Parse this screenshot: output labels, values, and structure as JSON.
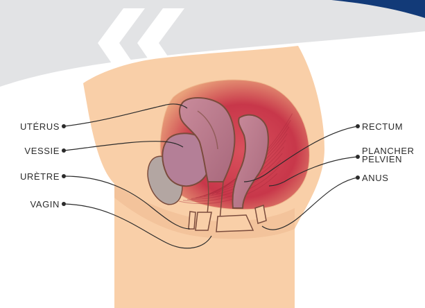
{
  "colors": {
    "background_band": "#e2e3e5",
    "brand_corner": "#123a78",
    "chevrons": "#ffffff",
    "skin": "#f9cfa8",
    "skin_shadow": "#efb98f",
    "pelvic_floor_muscle": "#c8374a",
    "organ_fill": "#c07e8f",
    "organ_outline": "#7a4b3c",
    "bladder_fill": "#b47f97",
    "gray_organ": "#b3a6a2",
    "leader_line": "#2b2b2b"
  },
  "labels": {
    "uterus": "UTÉRUS",
    "bladder": "VESSIE",
    "urethra": "URÈTRE",
    "vagina": "VAGIN",
    "rectum": "RECTUM",
    "pelvic_floor_line1": "PLANCHER",
    "pelvic_floor_line2": "PELVIEN",
    "anus": "ANUS"
  },
  "icons": {
    "chevrons": "double-left-chevron-icon"
  }
}
